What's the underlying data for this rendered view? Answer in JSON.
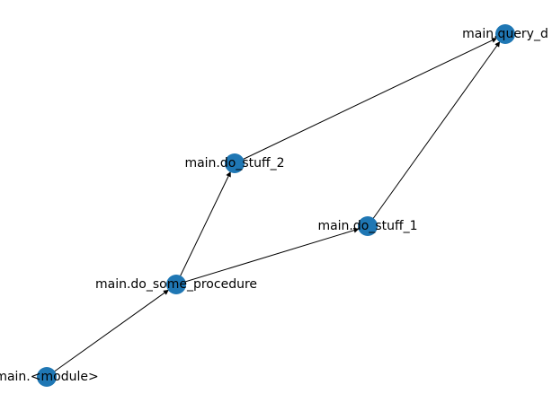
{
  "diagram": {
    "type": "directed-graph",
    "node_color": "#1f77b4",
    "edge_color": "#000000",
    "nodes": [
      {
        "id": "module",
        "label": "main.<module>"
      },
      {
        "id": "do_some_procedure",
        "label": "main.do_some_procedure"
      },
      {
        "id": "do_stuff_1",
        "label": "main.do_stuff_1"
      },
      {
        "id": "do_stuff_2",
        "label": "main.do_stuff_2"
      },
      {
        "id": "query_d",
        "label": "main.query_d"
      }
    ],
    "edges": [
      {
        "source": "module",
        "target": "do_some_procedure"
      },
      {
        "source": "do_some_procedure",
        "target": "do_stuff_1"
      },
      {
        "source": "do_some_procedure",
        "target": "do_stuff_2"
      },
      {
        "source": "do_stuff_1",
        "target": "query_d"
      },
      {
        "source": "do_stuff_2",
        "target": "query_d"
      }
    ]
  }
}
